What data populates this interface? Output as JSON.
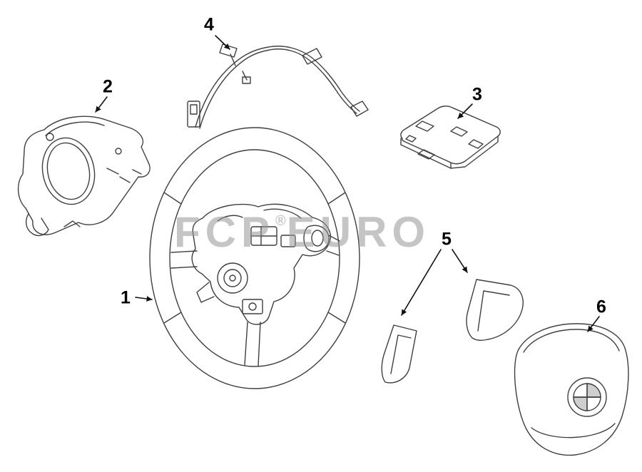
{
  "watermark": {
    "part1": "FCP",
    "reg": "®",
    "part2": "EURO"
  },
  "parts": [
    {
      "number": "1",
      "name": "steering-wheel"
    },
    {
      "number": "2",
      "name": "steering-column-cover"
    },
    {
      "number": "3",
      "name": "control-module"
    },
    {
      "number": "4",
      "name": "wiring-harness"
    },
    {
      "number": "5",
      "name": "shift-paddles"
    },
    {
      "number": "6",
      "name": "airbag-module"
    }
  ],
  "colors": {
    "line": "#3f3f3f",
    "watermark": "#969696",
    "label": "#000000",
    "accent_fill": "#cfcfcf"
  }
}
